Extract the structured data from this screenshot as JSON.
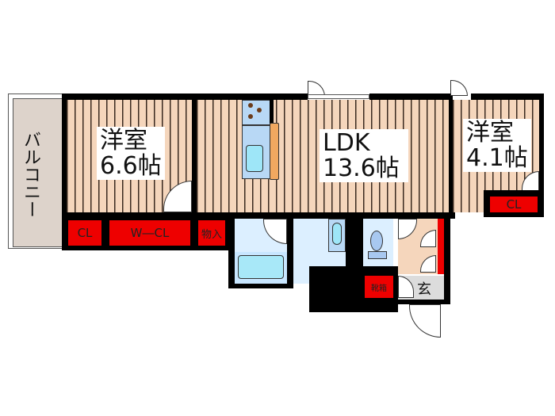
{
  "floorplan": {
    "balcony": {
      "label": "バルコニー"
    },
    "rooms": [
      {
        "id": "western-room-1",
        "name": "洋室",
        "size": "6.6帖"
      },
      {
        "id": "ldk",
        "name": "LDK",
        "size": "13.6帖"
      },
      {
        "id": "western-room-2",
        "name": "洋室",
        "size": "4.1帖"
      }
    ],
    "storage": {
      "closet_1": "CL",
      "walk_in_closet": "W―CL",
      "storage_room": "物入",
      "closet_2": "CL",
      "shoe_box": "靴箱"
    },
    "entrance": {
      "label": "玄"
    },
    "colors": {
      "floor": "#f5d6bc",
      "stripe": "#3a2a20",
      "storage": "#ee0000",
      "wet_area": "#dcefff",
      "balcony": "#ddd3cb",
      "entrance": "#dcdcdc",
      "kitchen_counter": "#f0a860"
    }
  }
}
